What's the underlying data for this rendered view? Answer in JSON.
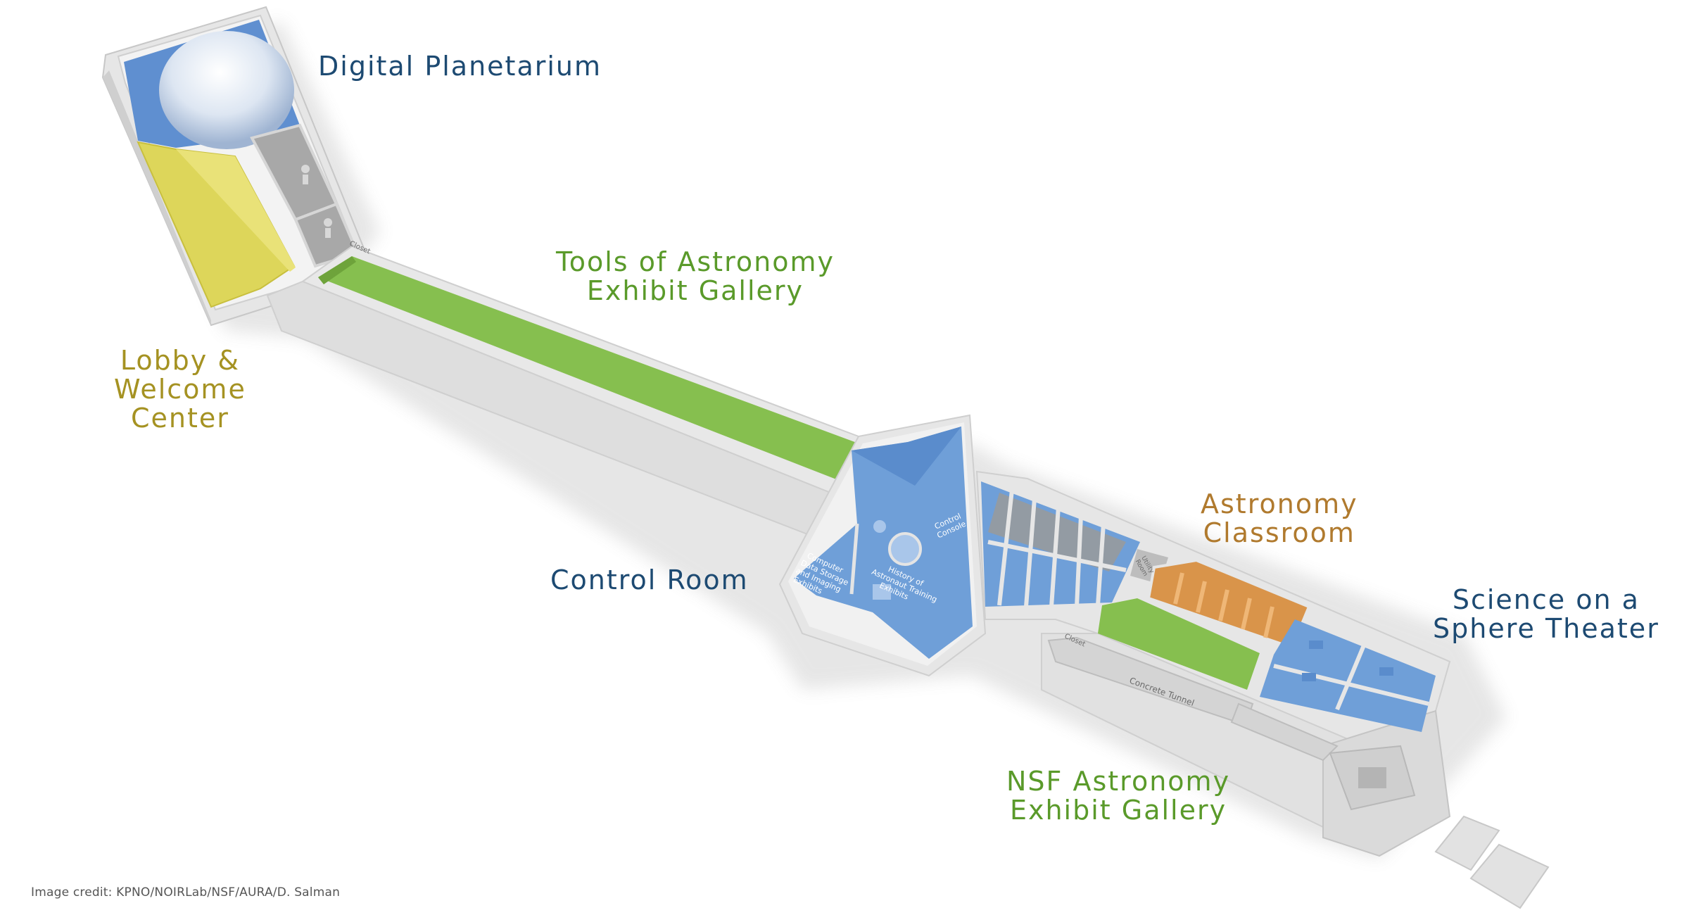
{
  "labels": {
    "planetarium": "Digital Planetarium",
    "tools_gallery": [
      "Tools of Astronomy",
      "Exhibit Gallery"
    ],
    "lobby": [
      "Lobby &",
      "Welcome",
      "Center"
    ],
    "control_room": "Control Room",
    "classroom": [
      "Astronomy",
      "Classroom"
    ],
    "sos_theater": [
      "Science on a",
      "Sphere Theater"
    ],
    "nsf_gallery": [
      "NSF Astronomy",
      "Exhibit Gallery"
    ]
  },
  "room_labels": {
    "computer": [
      "Computer",
      "Data Storage",
      "and Imaging",
      "Exhibits"
    ],
    "history": [
      "History of",
      "Astronaut Training",
      "Exhibits"
    ],
    "console": [
      "Control",
      "Console"
    ],
    "utility": [
      "Utility",
      "Room"
    ],
    "closet_top": "Closet",
    "closet_bottom": "Closet",
    "tunnel": "Concrete Tunnel"
  },
  "credit": "Image credit: KPNO/NOIRLab/NSF/AURA/D. Salman",
  "colors": {
    "blue": "#1d4a72",
    "green": "#5a9a2a",
    "olive": "#a59222",
    "orange": "#b07a2e",
    "room_blue": "#6f9fd8",
    "room_green": "#86bf4f",
    "room_yellow": "#ddd65a",
    "room_orange": "#d9944a",
    "wall": "#e9e9e9"
  }
}
